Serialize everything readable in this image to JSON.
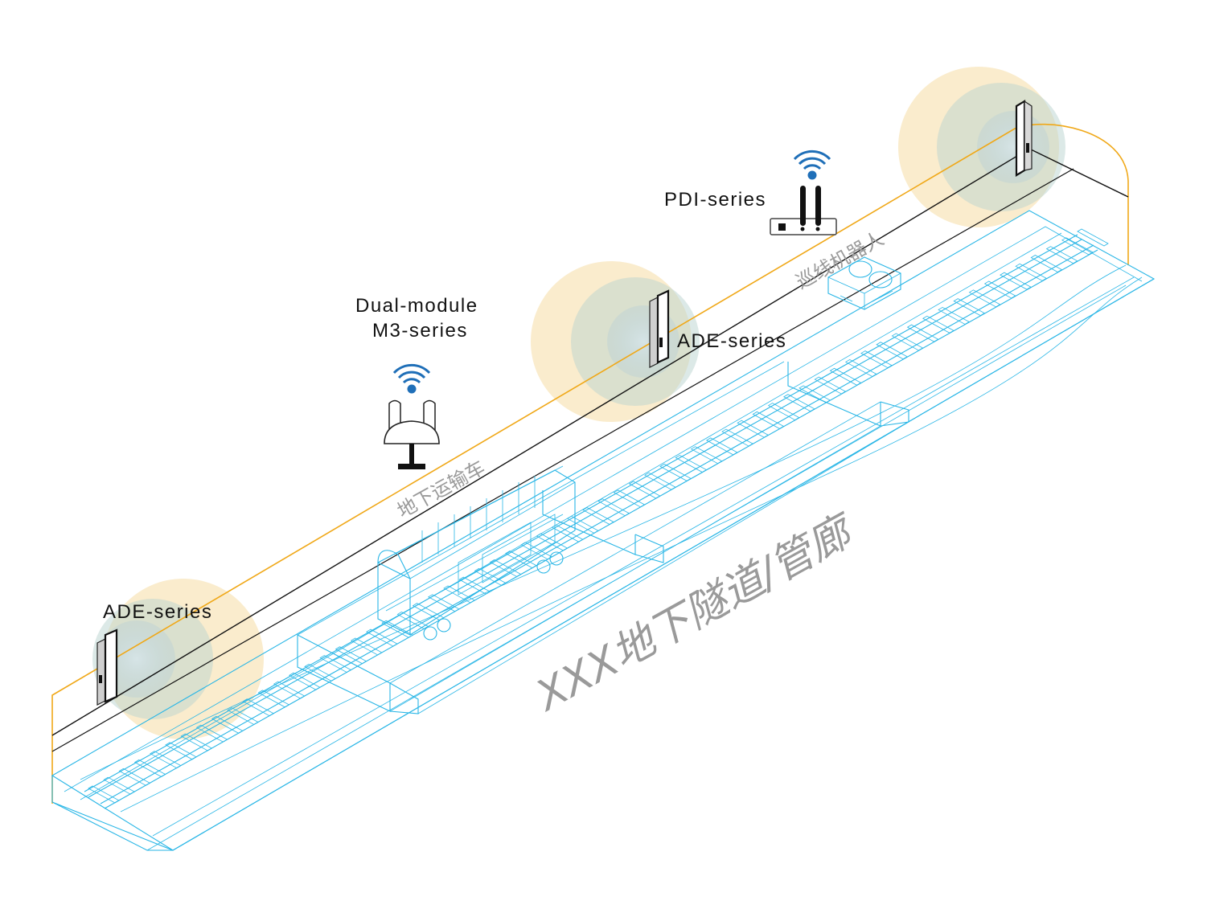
{
  "labels": {
    "ade_left": "ADE-series",
    "ade_mid": "ADE-series",
    "dual_line1": "Dual-module",
    "dual_line2": "M3-series",
    "pdi": "PDI-series",
    "transport_vehicle": "地下运输车",
    "inspection_robot": "巡线机器人",
    "tunnel_name": "XXX地下隧道/管廊"
  },
  "colors": {
    "tunnel_wireframe": "#29b6e6",
    "power_cable": "#f0a818",
    "comm_cable": "#111111",
    "wifi_icon": "#1f6fb8",
    "coverage_warm": "#f3c878",
    "coverage_cool": "#b9d6e6",
    "label_text": "#111111",
    "chinese_label": "#9a9a9a"
  },
  "icons": {
    "ap_panel": "ap-panel-icon",
    "dual_module_ap": "dual-antenna-ap-icon",
    "pdi_router": "router-icon",
    "wifi": "wifi-icon",
    "coverage": "coverage-circle-icon"
  }
}
